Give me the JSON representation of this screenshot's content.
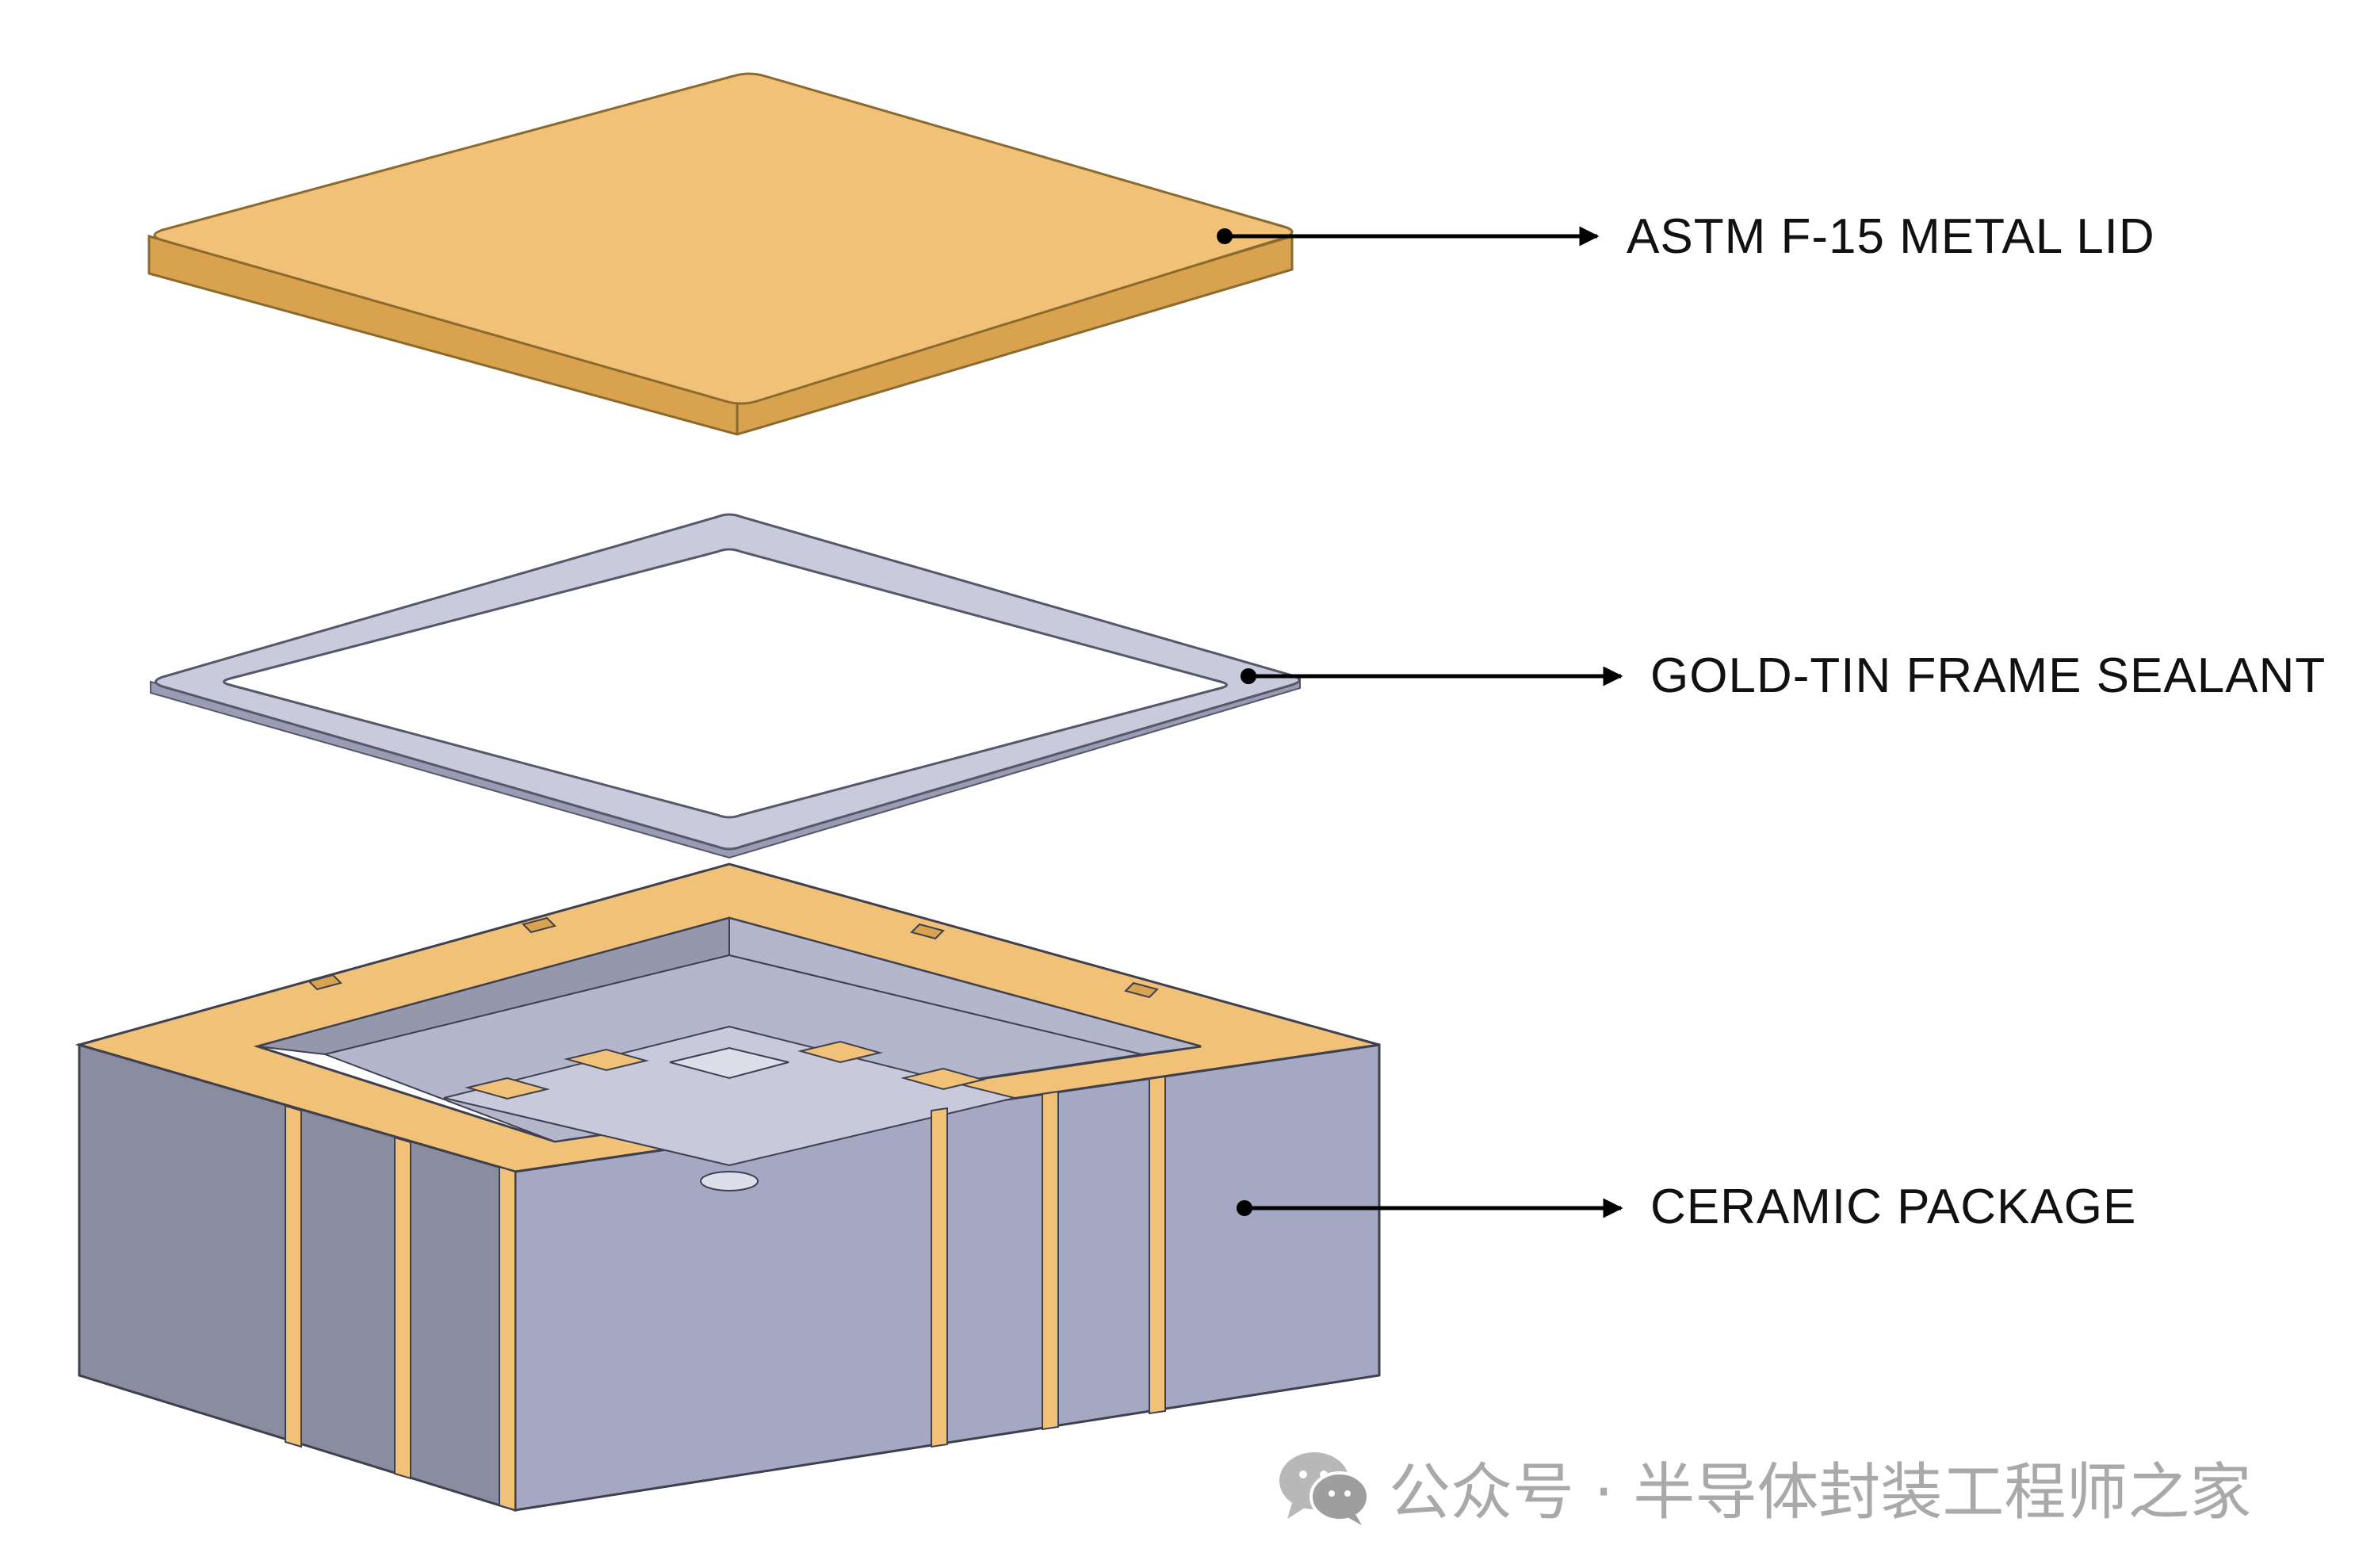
{
  "callouts": {
    "lid": "ASTM F-15 METAL LID",
    "frame": "GOLD-TIN FRAME SEALANT",
    "package": "CERAMIC PACKAGE"
  },
  "watermark": {
    "text": "公众号 · 半导体封装工程师之家",
    "icon": "wechat-icon"
  },
  "colors": {
    "gold_top": "#f2c178",
    "gold_side": "#d9a24e",
    "sealant": "#c9cbdc",
    "ceramic_left": "#8a8ca0",
    "ceramic_right": "#a5a8c2",
    "ceramic_interior": "#b4b6cc"
  }
}
